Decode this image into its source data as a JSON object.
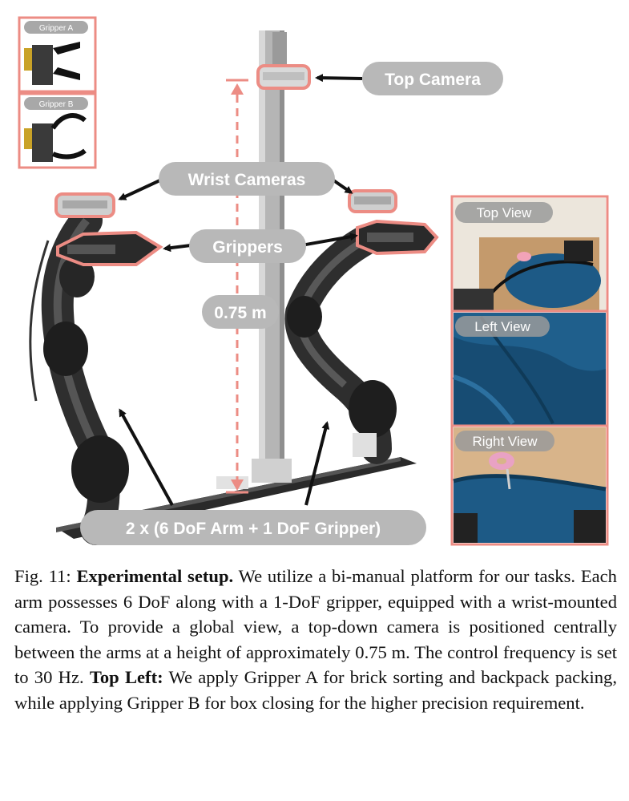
{
  "figure": {
    "labels": {
      "top_camera": "Top Camera",
      "wrist_cameras": "Wrist Cameras",
      "grippers": "Grippers",
      "height": "0.75 m",
      "arms": "2 x (6 DoF Arm + 1 DoF Gripper)"
    },
    "insets": {
      "gripper_a": "Gripper A",
      "gripper_b": "Gripper B"
    },
    "views": {
      "top": "Top View",
      "left": "Left View",
      "right": "Right View"
    },
    "colors": {
      "highlight": "#ec8c84",
      "label_bg": "#b8b8b8",
      "backpack": "#1d5a86",
      "desk": "#c49a6c"
    }
  },
  "caption": {
    "prefix": "Fig. 11: ",
    "title": "Experimental setup.",
    "body1": " We utilize a bi-manual platform for our tasks. Each arm possesses 6 DoF along with a 1-DoF gripper, equipped with a wrist-mounted camera. To provide a global view, a top-down camera is positioned centrally between the arms at a height of approximately 0.75 m. The control frequency is set to 30 Hz. ",
    "title2": "Top Left:",
    "body2": " We apply Gripper A for brick sorting and backpack packing, while applying Gripper B for box closing for the higher precision requirement."
  }
}
